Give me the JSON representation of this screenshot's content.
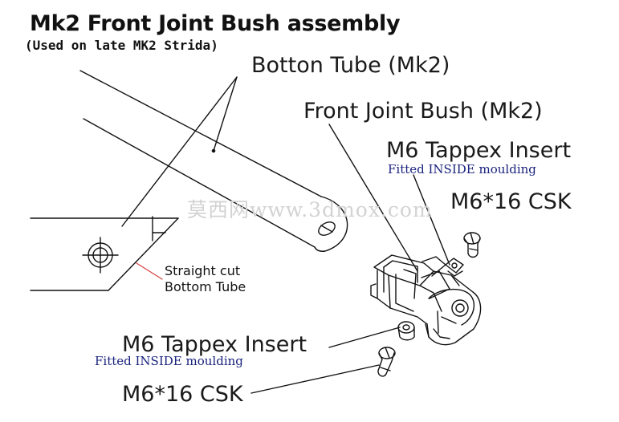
{
  "title": "Mk2 Front Joint Bush assembly",
  "subtitle": "(Used on late MK2 Strida)",
  "labels": {
    "bottom_tube": "Botton Tube (Mk2)",
    "front_joint_bush": "Front Joint Bush (Mk2)",
    "tappex_insert_top": "M6 Tappex Insert",
    "fitted_inside_top": "Fitted INSIDE moulding",
    "csk_top": "M6*16 CSK",
    "straight_cut_1": "Straight cut",
    "straight_cut_2": "Bottom Tube",
    "tappex_insert_bottom": "M6 Tappex Insert",
    "fitted_inside_bottom": "Fitted INSIDE moulding",
    "csk_bottom": "M6*16 CSK"
  },
  "watermark": "莫西网www.3dmox.com",
  "colors": {
    "line": "#111111",
    "note_text": "#1a237e",
    "cut_leader": "#d94040",
    "watermark": "#d3d3d3"
  }
}
